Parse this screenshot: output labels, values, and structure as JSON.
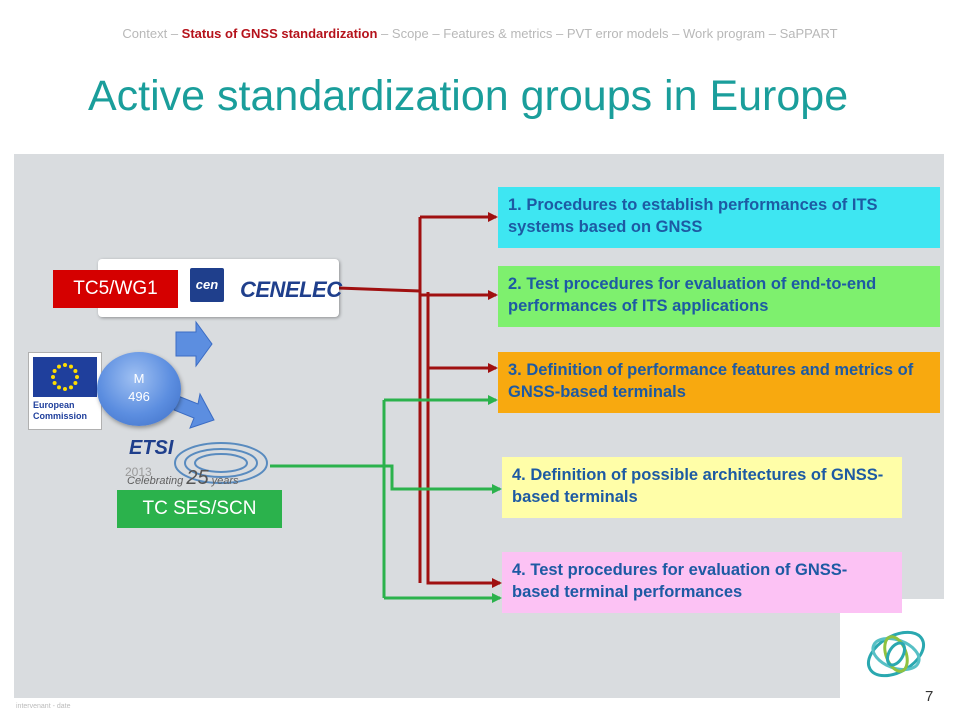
{
  "nav": {
    "items": [
      "Context",
      "Status of GNSS standardization",
      "Scope",
      "Features & metrics",
      "PVT error models",
      "Work program",
      "SaPPART"
    ],
    "separator": "–",
    "active_index": 1
  },
  "title": "Active standardization groups in Europe",
  "groups": {
    "cen": {
      "badge": "TC5/WG1",
      "logo_text": "cen",
      "brand": "CENELEC",
      "badge_color": "#d50000"
    },
    "ec": {
      "line1": "European",
      "line2": "Commission"
    },
    "mandate": {
      "line1": "M",
      "line2": "496"
    },
    "etsi": {
      "logo_text": "ETSI",
      "tagline": "Celebrating",
      "years_number": "25",
      "years_word": "years",
      "year": "2013",
      "badge": "TC SES/SCN",
      "badge_color": "#2bb24c"
    }
  },
  "work_items": [
    {
      "text": "1. Procedures to establish performances of ITS systems based on GNSS",
      "color": "#3ee6f2"
    },
    {
      "text": "2. Test procedures for evaluation of end-to-end performances of ITS applications",
      "color": "#7ef06e"
    },
    {
      "text": "3. Definition of performance features and metrics of GNSS-based terminals",
      "color": "#f8a90f"
    },
    {
      "text": "4. Definition of possible architectures of GNSS-based terminals",
      "color": "#fffea8"
    },
    {
      "text": "4. Test procedures for evaluation of GNSS-based terminal performances",
      "color": "#fcc2f4"
    }
  ],
  "colors": {
    "title": "#1a9e9b",
    "active_nav": "#b5121b",
    "box_text": "#1d5aa3",
    "red_arrow": "#a01010",
    "green_arrow": "#2bb24c"
  },
  "footer": {
    "note": "intervenant - date",
    "page_number": "7"
  }
}
